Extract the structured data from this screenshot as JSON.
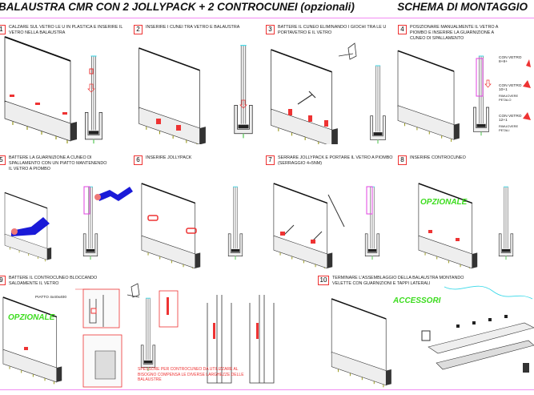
{
  "header": {
    "title": "BALAUSTRA CMR CON 2 JOLLYPACK + 2 CONTROCUNEI  (opzionali)",
    "subtitle": "SCHEMA DI MONTAGGIO"
  },
  "steps": [
    {
      "number": "1",
      "caption": "CALZARE SUL VETRO LE U IN PLASTICA E INSERIRE IL VETRO NELLA BALAUSTRA"
    },
    {
      "number": "2",
      "caption": "INSERIRE I CUNEI TRA VETRO E BALAUSTRA"
    },
    {
      "number": "3",
      "caption": "BATTERE IL CUNEO ELIMINANDO I GIOCHI TRA LE U PORTAVETRO E IL VETRO"
    },
    {
      "number": "4",
      "caption": "POSIZIONARE MANUALMENTE IL VETRO A PIOMBO E INSERIRE LA GUARNIZIONE A CUNEO DI SPALLAMENTO"
    },
    {
      "number": "5",
      "caption": "BATTERE LA GUARNIZIONE A CUNEO DI SPALLAMENTO CON UN PIATTO MANTENENDO IL VETRO A PIOMBO"
    },
    {
      "number": "6",
      "caption": "INSERIRE JOLLYPACK"
    },
    {
      "number": "7",
      "caption": "SERRARE JOLLYPACK E PORTARE IL VETRO A PIOMBO (SERRAGGIO 4÷5Nm)"
    },
    {
      "number": "8",
      "caption": "INSERIRE CONTROCUNEO"
    },
    {
      "number": "9",
      "caption": "BATTERE IL CONTROCUNEO BLOCCANDO SALDAMENTE IL VETRO"
    },
    {
      "number": "10",
      "caption": "TERMINARE L'ASSEMBLAGGIO DELLA BALAUSTRA MONTANDO VELETTE CON GUARNIZIONI E TAPPI LATERALI"
    }
  ],
  "step4_notes": {
    "glass1": "CON VETRO 8+8+",
    "glass2": "CON VETRO 10+1",
    "glass3": "CON VETRO 12+1",
    "remove1": "RIMUOVERE PETALO",
    "remove2": "RIMUOVERE PETALI"
  },
  "labels": {
    "optional8": "OPZIONALE",
    "optional9": "OPZIONALE",
    "accessories": "ACCESSORI",
    "plate": "PIATTO 4x40x400",
    "spacer": "SPESSORE PER CONTROCUNEO DA UTILIZZARE AL BISOGNO COMPENSA LE DIVERSE LARGHEZZE DELLE BALAUSTRE"
  },
  "colors": {
    "accent": "#e33333",
    "magenta": "#f28cf2",
    "green": "#3cdc1e",
    "blue": "#1a1ad8",
    "cyan": "#35d8e8"
  }
}
